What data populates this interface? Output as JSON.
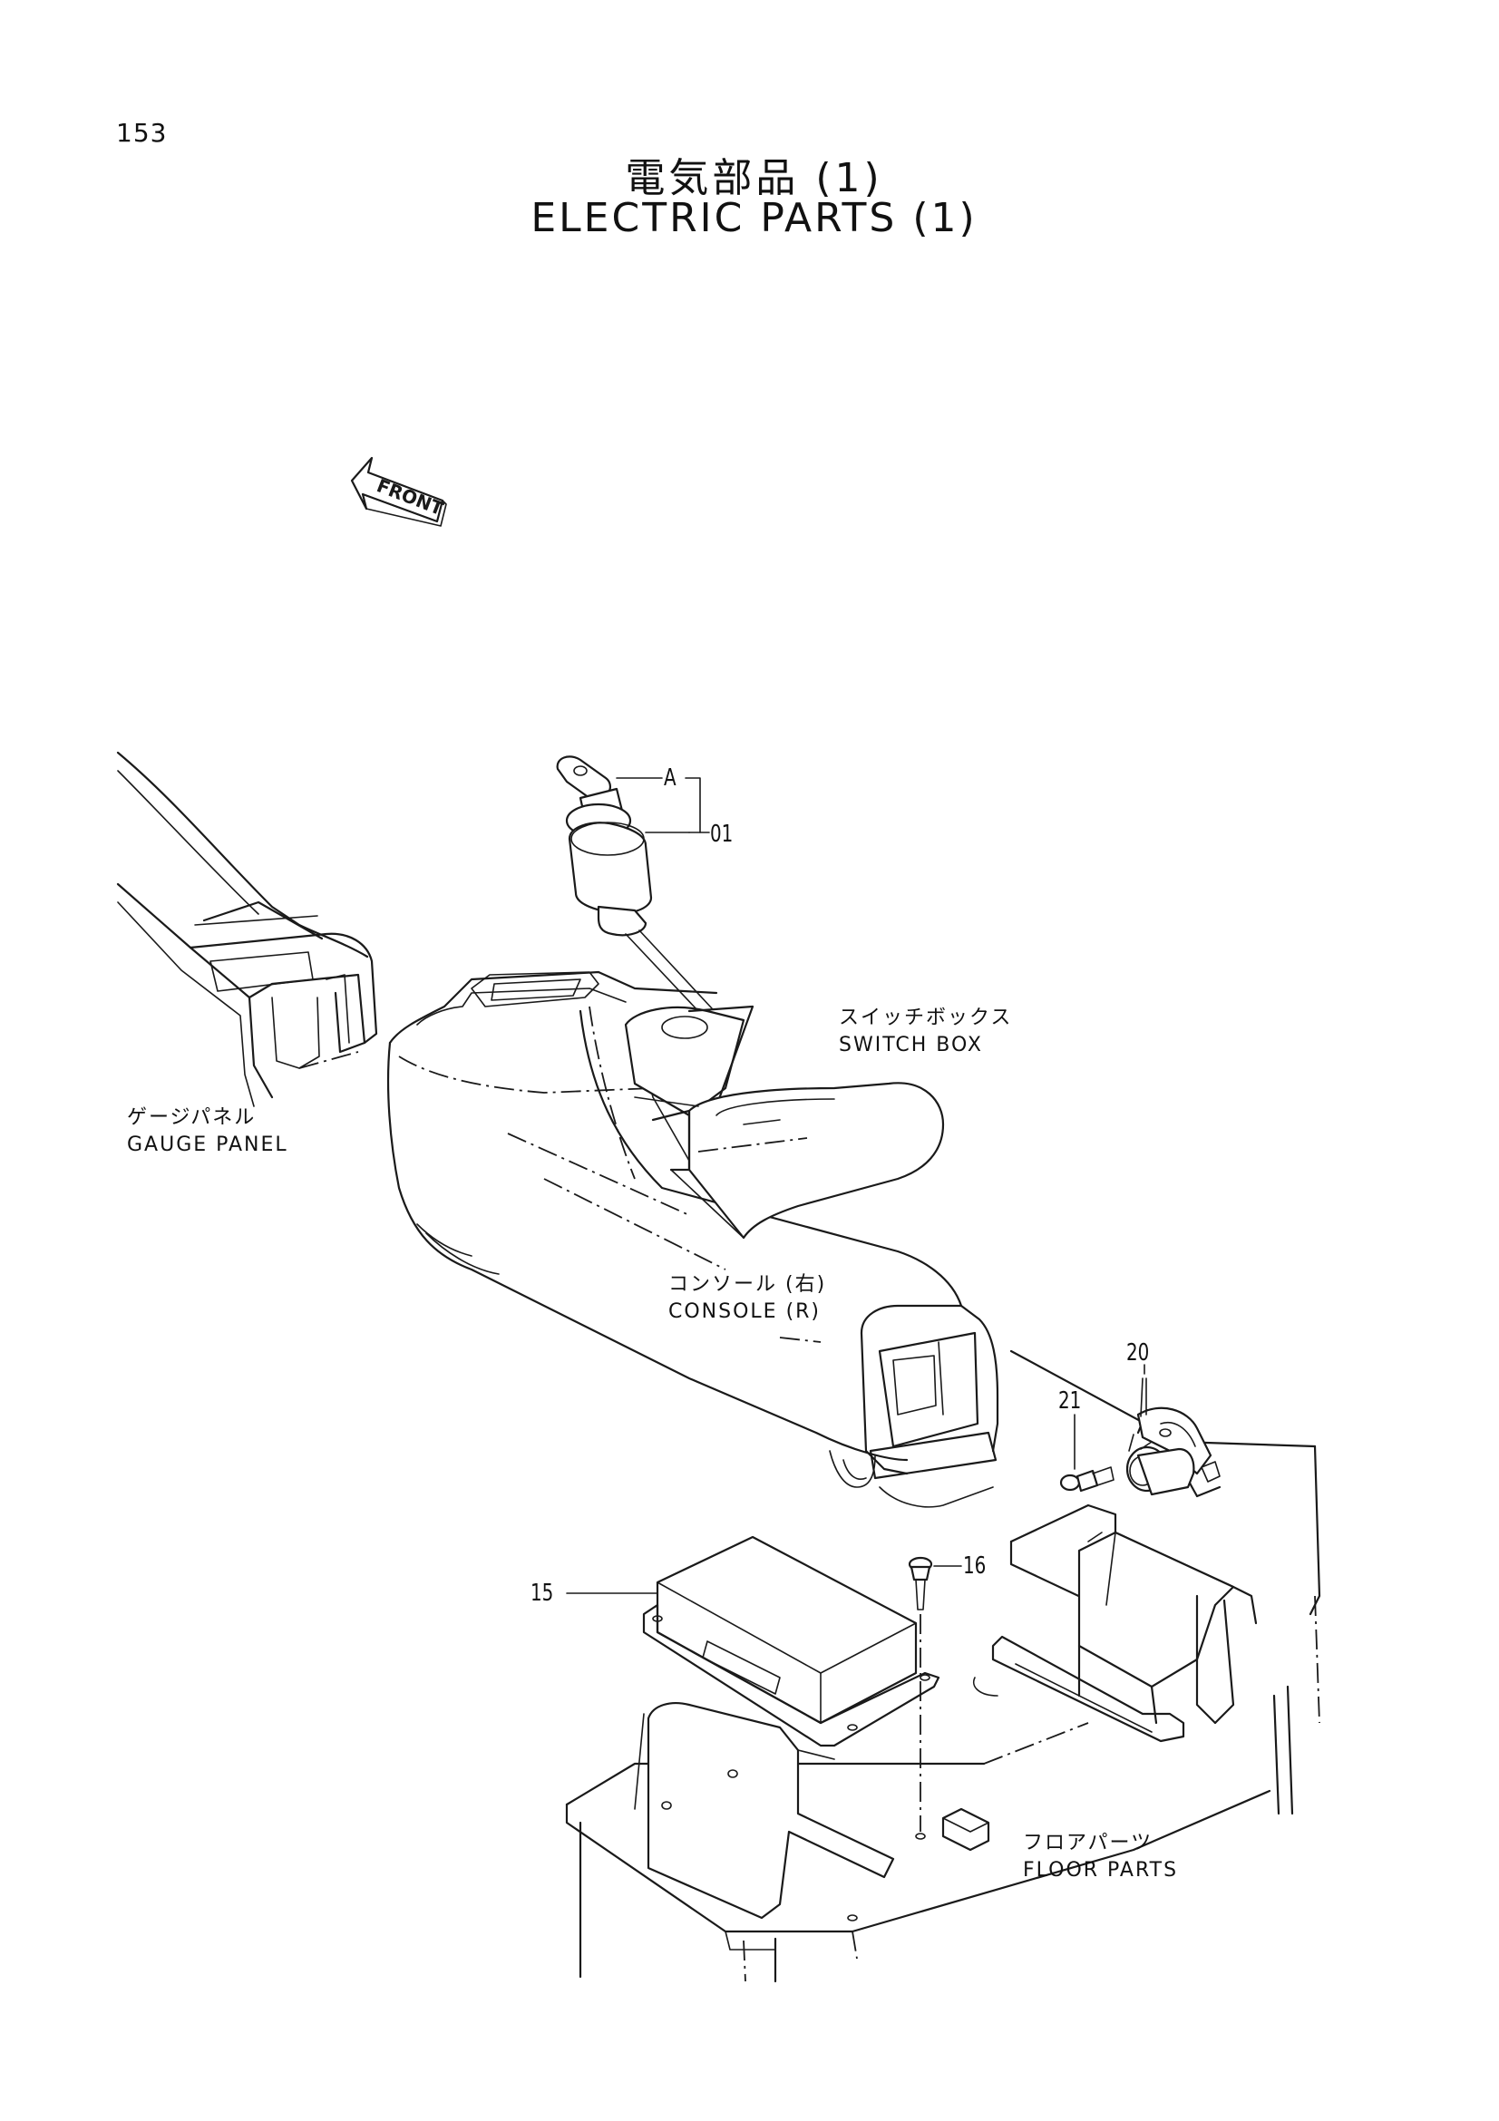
{
  "page": {
    "number": "153",
    "title_jp": "電気部品 (1)",
    "title_en": "ELECTRIC PARTS (1)"
  },
  "front_arrow": {
    "text": "FRONT"
  },
  "labels": {
    "switch_box": {
      "jp": "スイッチボックス",
      "en": "SWITCH BOX"
    },
    "gauge_panel": {
      "jp": "ゲージパネル",
      "en": "GAUGE PANEL"
    },
    "console_r": {
      "jp": "コンソール (右)",
      "en": "CONSOLE (R)"
    },
    "floor_parts": {
      "jp": "フロアパーツ",
      "en": "FLOOR PARTS"
    }
  },
  "callouts": {
    "a": "A",
    "p01": "01",
    "p15": "15",
    "p16": "16",
    "p20": "20",
    "p21": "21"
  },
  "colors": {
    "ink": "#1a1a1a",
    "paper": "#ffffff"
  }
}
